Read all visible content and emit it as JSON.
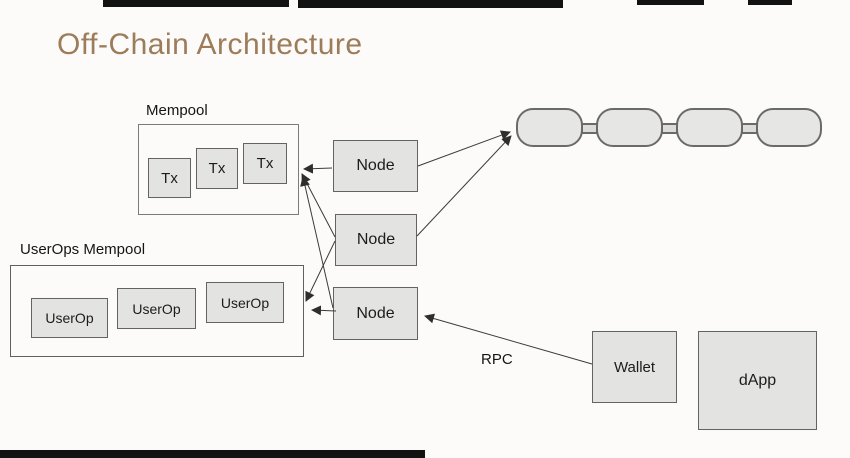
{
  "slide": {
    "title": "Off-Chain Architecture"
  },
  "mempool": {
    "label": "Mempool",
    "items": [
      "Tx",
      "Tx",
      "Tx"
    ]
  },
  "userops_mempool": {
    "label": "UserOps Mempool",
    "items": [
      "UserOp",
      "UserOp",
      "UserOp"
    ]
  },
  "nodes": {
    "labels": [
      "Node",
      "Node",
      "Node"
    ]
  },
  "blockchain": {
    "block_count": 4
  },
  "rpc": {
    "label": "RPC"
  },
  "wallet": {
    "label": "Wallet"
  },
  "dapp": {
    "label": "dApp"
  },
  "colors": {
    "background": "#fcfbf9",
    "title_text": "#9c7c59",
    "box_fill": "#e3e3e1",
    "box_border": "#636363",
    "outline_border": "#7b7b7b",
    "arrow": "#3b3b3b",
    "label_text": "#151515"
  }
}
